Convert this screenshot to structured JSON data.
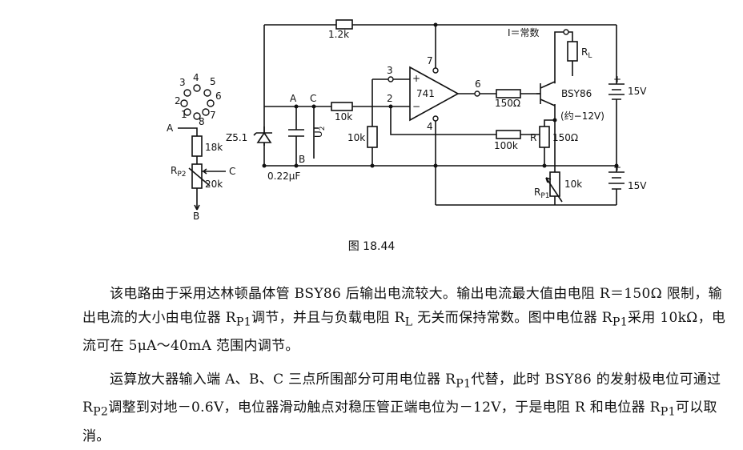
{
  "figure": {
    "caption": "图 18.44",
    "labels": {
      "res_top": "1.2k",
      "current_const": "I＝常数",
      "rl": "R",
      "rl_sub": "L",
      "pin7": "7",
      "pin3": "3",
      "pin2": "2",
      "pin6": "6",
      "pin4": "4",
      "plus": "+",
      "minus": "−",
      "opamp": "741",
      "res150a": "150Ω",
      "transistor": "BSY86",
      "approx": "(约−12V)",
      "res100k": "100k",
      "r_label": "R",
      "res150b": "150Ω",
      "res10k_a": "10k",
      "res10k_b": "10k",
      "res10k_c": "10k",
      "rp1": "R",
      "rp1_sub": "P1",
      "zener": "Z5.1",
      "node_a": "A",
      "node_c": "C",
      "node_b": "B",
      "u2": "U",
      "u2_sub": "2",
      "cap": "0.22μF",
      "v15_top": "15V",
      "v15_bot": "15V",
      "bat_plus_top": "+",
      "bat_plus_bot": "+",
      "pins": [
        "1",
        "2",
        "3",
        "4",
        "5",
        "6",
        "7",
        "8"
      ],
      "inset_a": "A",
      "inset_c": "C",
      "inset_b": "B",
      "inset_18k": "18k",
      "inset_rp2": "R",
      "inset_rp2_sub": "P2",
      "inset_20k": "20k"
    }
  },
  "paragraphs": {
    "p1": "该电路由于采用达林顿晶体管 BSY86 后输出电流较大。输出电流最大值由电阻 R＝150Ω 限制，输出电流的大小由电位器 R",
    "p1_sub1": "P1",
    "p1_b": "调节，并且与负载电阻 R",
    "p1_sub2": "L",
    "p1_c": " 无关而保持常数。图中电位器 R",
    "p1_sub3": "P1",
    "p1_d": "采用 10kΩ，电流可在 5μA～40mA 范围内调节。",
    "p2": "运算放大器输入端 A、B、C 三点所围部分可用电位器 R",
    "p2_sub1": "P1",
    "p2_b": "代替，此时 BSY86 的发射极电位可通过 R",
    "p2_sub2": "P2",
    "p2_c": "调整到对地－0.6V，电位器滑动触点对稳压管正端电位为－12V，于是电阻 R 和电位器 R",
    "p2_sub3": "P1",
    "p2_d": "可以取消。"
  }
}
